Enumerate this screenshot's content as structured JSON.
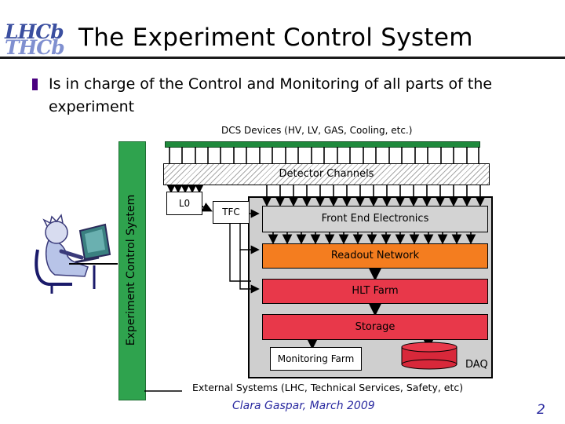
{
  "logo": {
    "text_top": "LHCb",
    "text_bottom": "THCb"
  },
  "title": "The Experiment Control System",
  "bullet": "Is in charge of the Control and Monitoring of all parts of the experiment",
  "diagram": {
    "dcs_label": "DCS Devices (HV, LV, GAS, Cooling, etc.)",
    "ecs_label": "Experiment Control System",
    "detector_channels": "Detector Channels",
    "l0": "L0",
    "tfc": "TFC",
    "front_end": "Front End Electronics",
    "readout": "Readout Network",
    "hlt": "HLT Farm",
    "storage": "Storage",
    "monitoring": "Monitoring Farm",
    "daq": "DAQ",
    "external": "External Systems (LHC, Technical Services, Safety, etc)"
  },
  "colors": {
    "ecs_bar": "#2fa34e",
    "readout": "#f47d1f",
    "hlt": "#e8384a",
    "storage": "#e8384a",
    "disk": "#d8283a",
    "daq_background": "#cfcfcf"
  },
  "footer": "Clara Gaspar, March 2009",
  "page_number": "2"
}
